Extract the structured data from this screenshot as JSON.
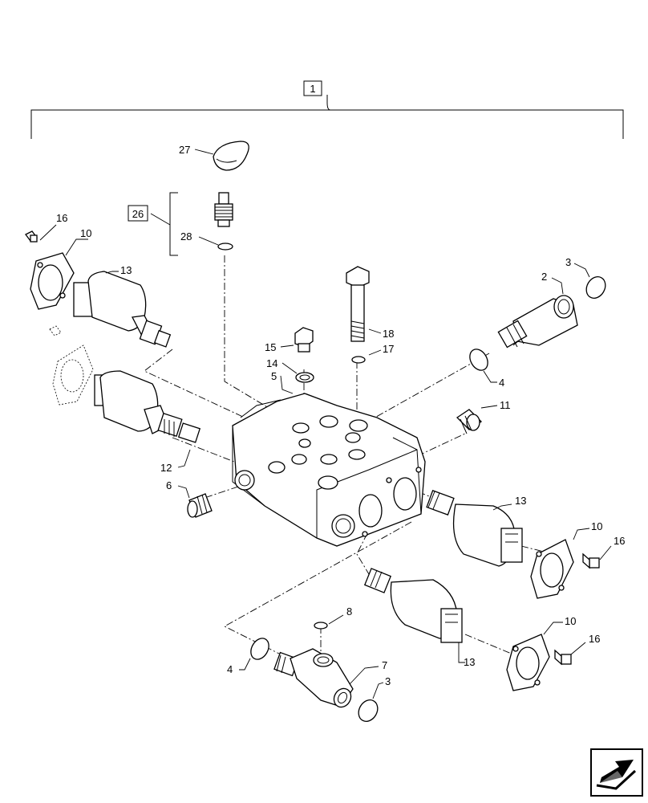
{
  "callouts": {
    "c1": "1",
    "c2": "2",
    "c3a": "3",
    "c3b": "3",
    "c4a": "4",
    "c4b": "4",
    "c5": "5",
    "c6": "6",
    "c7": "7",
    "c8": "8",
    "c10a": "10",
    "c10b": "10",
    "c10c": "10",
    "c11": "11",
    "c12": "12",
    "c13a": "13",
    "c13b": "13",
    "c13c": "13",
    "c14": "14",
    "c15": "15",
    "c16a": "16",
    "c16b": "16",
    "c16c": "16",
    "c17": "17",
    "c18": "18",
    "c26": "26",
    "c27": "27",
    "c28": "28"
  },
  "icons": {
    "nav": "next-page-arrow-icon"
  }
}
